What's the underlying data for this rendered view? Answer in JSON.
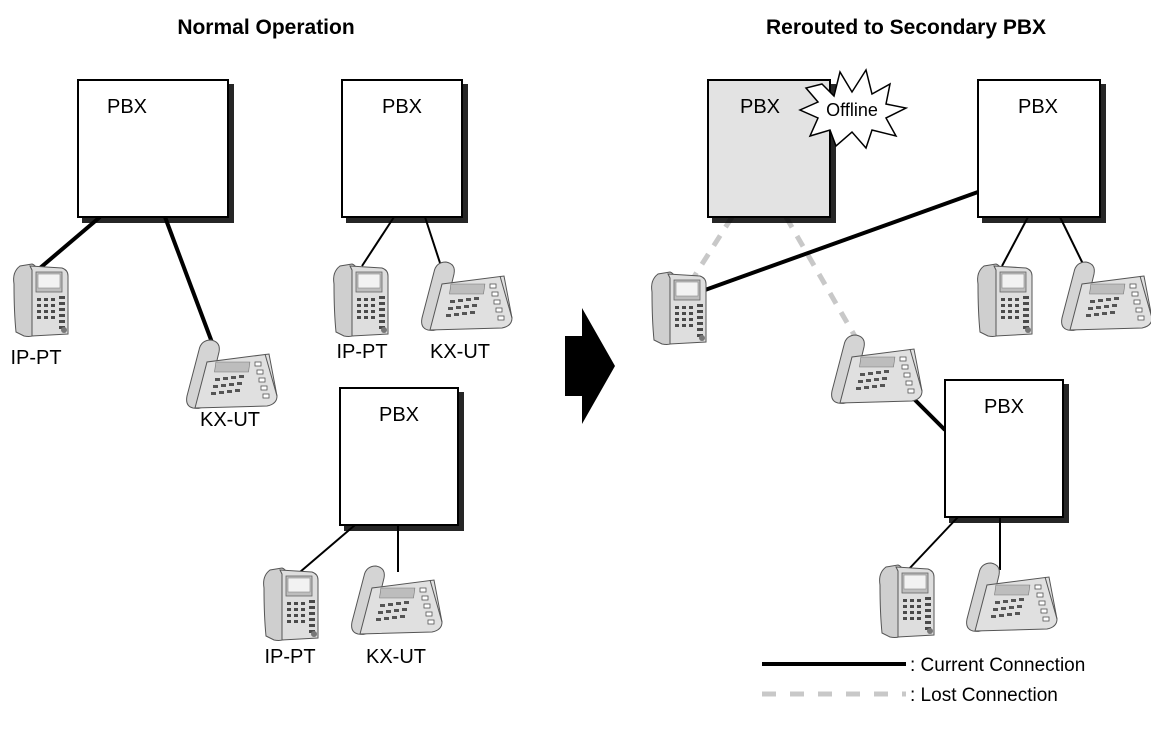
{
  "titles": {
    "left": "Normal Operation",
    "right": "Rerouted to Secondary PBX"
  },
  "pbx_label": "PBX",
  "offline_label": "Offline",
  "device_labels": {
    "ip_pt": "IP-PT",
    "kx_ut": "KX-UT"
  },
  "legend": {
    "current": ":  Current Connection",
    "lost": ":  Lost Connection"
  },
  "colors": {
    "line": "#000000",
    "offline_fill": "#e3e3e3",
    "lost_line": "#c8c8c8",
    "phone_body": "#d9d9d9"
  }
}
